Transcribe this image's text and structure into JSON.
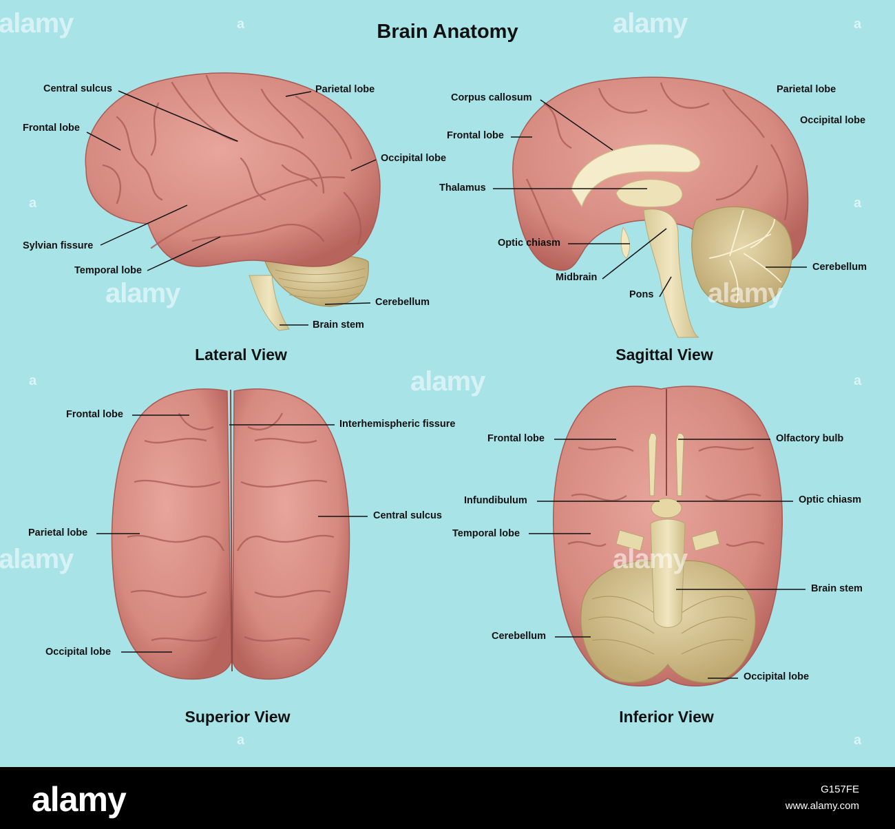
{
  "title": "Brain Anatomy",
  "views": {
    "lateral": {
      "title": "Lateral View",
      "labels": [
        "Central sulcus",
        "Parietal lobe",
        "Frontal lobe",
        "Occipital lobe",
        "Sylvian fissure",
        "Temporal lobe",
        "Cerebellum",
        "Brain stem"
      ]
    },
    "sagittal": {
      "title": "Sagittal View",
      "labels": [
        "Corpus callosum",
        "Parietal lobe",
        "Occipital lobe",
        "Frontal lobe",
        "Thalamus",
        "Optic chiasm",
        "Cerebellum",
        "Midbrain",
        "Pons"
      ]
    },
    "superior": {
      "title": "Superior View",
      "labels": [
        "Frontal lobe",
        "Interhemispheric fissure",
        "Central sulcus",
        "Parietal lobe",
        "Occipital lobe"
      ]
    },
    "inferior": {
      "title": "Inferior View",
      "labels": [
        "Frontal lobe",
        "Olfactory bulb",
        "Infundibulum",
        "Optic chiasm",
        "Temporal lobe",
        "Brain stem",
        "Cerebellum",
        "Occipital lobe"
      ]
    }
  },
  "watermark": {
    "text": "alamy",
    "glyph": "a"
  },
  "footer": {
    "logo": "alamy",
    "image_id": "G157FE",
    "site": "www.alamy.com"
  },
  "colors": {
    "background": "#a7e3e7",
    "cortex": "#d98f86",
    "cortex_shadow": "#b8665f",
    "white_matter": "#f2ebc8",
    "cerebellum": "#d9c99a",
    "brainstem": "#e8ddb0",
    "footer": "#000000"
  }
}
